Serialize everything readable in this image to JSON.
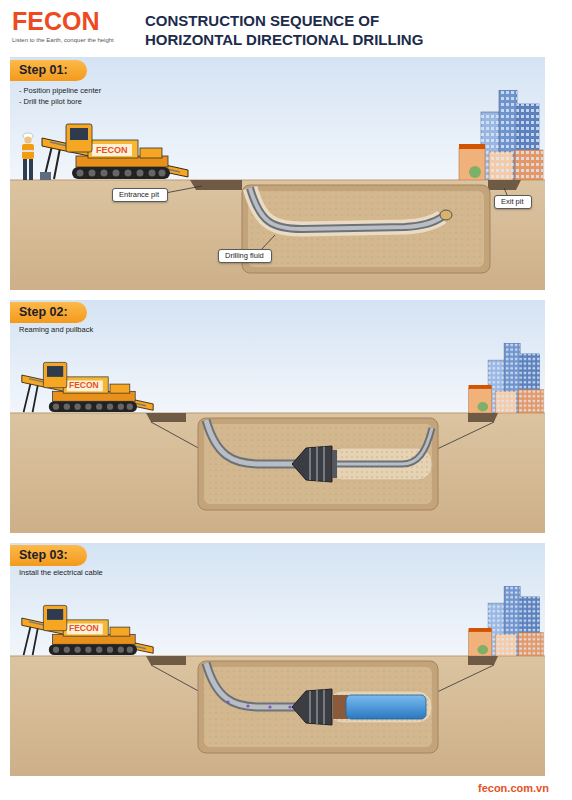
{
  "diagram": {
    "title": "CONSTRUCTION SEQUENCE OF HORIZONTAL DIRECTIONAL DRILLING",
    "nodes": [
      {
        "text": [
          "- Position pipeline center",
          "- Drill the pilot bore"
        ]
      },
      {
        "text": [
          "Step 01:"
        ],
        "in": 0
      },
      {
        "text": [
          "Entrance pit"
        ],
        "in": 0
      },
      {
        "text": [
          "Exit pit"
        ],
        "in": 0
      },
      {
        "text": [
          "Drilling fluid"
        ],
        "in": 0
      },
      {
        "text": [
          "Reaming and pullback"
        ]
      },
      {
        "text": [
          "Step 02:"
        ],
        "in": 5
      },
      {
        "text": [
          "Install the electrical cable"
        ]
      },
      {
        "text": [
          "Step 03:"
        ],
        "in": 7
      }
    ],
    "labels": [
      "FECON",
      "Listen to the Earth, conquer the height",
      "FECON",
      "FECON",
      "FECON",
      "fecon.com.vn"
    ]
  }
}
